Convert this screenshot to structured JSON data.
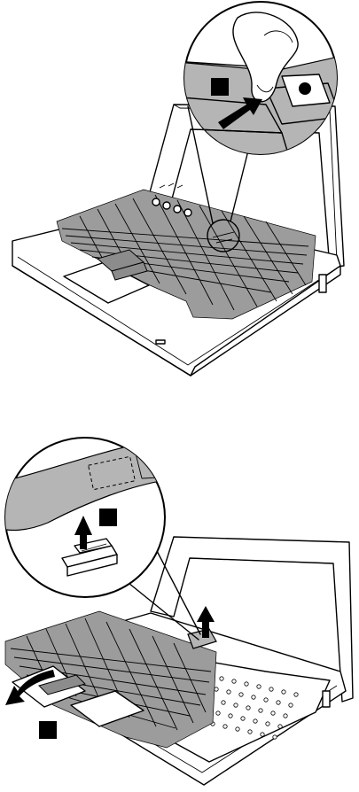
{
  "figures": [
    {
      "id": "step-1",
      "callout_badge": "black-square",
      "arrow": "push-arrow-right",
      "detail": "finger-pressing-trackpoint-connector"
    },
    {
      "id": "step-2",
      "callout_badge": "black-square",
      "arrow": "lift-arrow-up",
      "detail": "keyboard-connector-cable",
      "lower_badge": "black-square",
      "lower_arrow": "pull-arrow-left"
    }
  ],
  "colors": {
    "key_fill": "#9c9c9c",
    "cable_fill": "#b5b5b5",
    "outline": "#000000"
  }
}
